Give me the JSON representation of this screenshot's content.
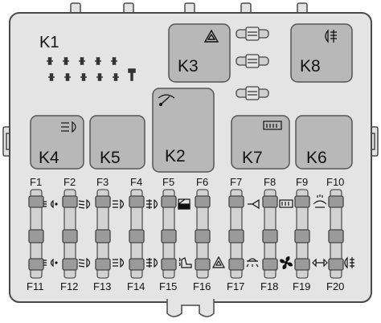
{
  "relays": [
    {
      "id": "K1",
      "label": "K1",
      "icon": "none"
    },
    {
      "id": "K2",
      "label": "K2",
      "icon": "windshield-wiper-icon"
    },
    {
      "id": "K3",
      "label": "K3",
      "icon": "hazard-warning-icon"
    },
    {
      "id": "K4",
      "label": "K4",
      "icon": "headlight-icon"
    },
    {
      "id": "K5",
      "label": "K5",
      "icon": "none"
    },
    {
      "id": "K6",
      "label": "K6",
      "icon": "none"
    },
    {
      "id": "K7",
      "label": "K7",
      "icon": "rear-defroster-icon"
    },
    {
      "id": "K8",
      "label": "K8",
      "icon": "rear-fog-light-icon"
    }
  ],
  "fuses_top": [
    {
      "label": "F1",
      "icon": "sidelight-left-icon"
    },
    {
      "label": "F2",
      "icon": "low-beam-icon"
    },
    {
      "label": "F3",
      "icon": "none"
    },
    {
      "label": "F4",
      "icon": "high-beam-icon"
    },
    {
      "label": "F5",
      "icon": "front-fog-light-icon"
    },
    {
      "label": "F6",
      "icon": "power-window-icon"
    },
    {
      "label": "F7",
      "icon": "horn-icon"
    },
    {
      "label": "F8",
      "icon": "rear-defroster-icon"
    },
    {
      "label": "F9",
      "icon": "windshield-washer-icon"
    },
    {
      "label": "F10",
      "icon": "none"
    }
  ],
  "fuses_bottom": [
    {
      "label": "F11",
      "icon": "sidelight-left-icon"
    },
    {
      "label": "F12",
      "icon": "low-beam-icon"
    },
    {
      "label": "F13",
      "icon": "high-beam-icon"
    },
    {
      "label": "F14",
      "icon": "front-fog-light-icon"
    },
    {
      "label": "F15",
      "icon": "heated-seat-icon"
    },
    {
      "label": "F16",
      "icon": "hazard-warning-icon"
    },
    {
      "label": "F17",
      "icon": "interior-light-icon"
    },
    {
      "label": "F18",
      "icon": "fan-icon"
    },
    {
      "label": "F19",
      "icon": "turn-signal-icon"
    },
    {
      "label": "F20",
      "icon": "rear-fog-light-icon"
    }
  ],
  "colors": {
    "panel": "#e4e4e4",
    "panel_border": "#4a4a4a",
    "relay_fill": "#b8b8b8",
    "relay_border": "#555555",
    "slot_fill": "#d2d2d2",
    "slot_border": "#555555",
    "fuse_body": "#9a9a9a",
    "fuse_border": "#444444",
    "text": "#111111"
  }
}
